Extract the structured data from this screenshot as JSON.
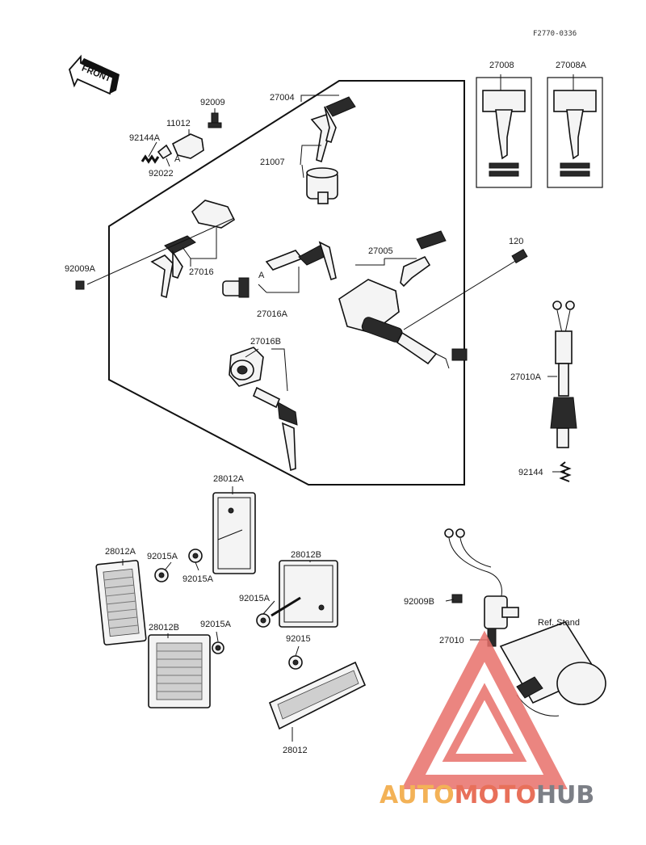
{
  "diagram_code": "F2770-0336",
  "front_label": "FRONT",
  "ref_stand_label": "Ref. Stand",
  "callouts": {
    "c_92009": "92009",
    "c_11012": "11012",
    "c_92144A": "92144A",
    "c_A_small": "A",
    "c_92022": "92022",
    "c_27004": "27004",
    "c_21007": "21007",
    "c_27008": "27008",
    "c_27008A": "27008A",
    "c_92009A": "92009A",
    "c_27016": "27016",
    "c_A_mid": "A",
    "c_27016A": "27016A",
    "c_27005": "27005",
    "c_120": "120",
    "c_27016B": "27016B",
    "c_27010A": "27010A",
    "c_92144": "92144",
    "c_28012A_top": "28012A",
    "c_28012A_left": "28012A",
    "c_92015A_1": "92015A",
    "c_92015A_2": "92015A",
    "c_28012B_right": "28012B",
    "c_92015A_3": "92015A",
    "c_28012B_left": "28012B",
    "c_92015A_4": "92015A",
    "c_92015": "92015",
    "c_28012": "28012",
    "c_92009B": "92009B",
    "c_27010": "27010"
  },
  "watermark": {
    "part1": "AUTO",
    "part2": "MOTO",
    "part3": "HUB",
    "colors": {
      "auto": "#f3b257",
      "moto": "#e8705a",
      "hub": "#7c7f86",
      "triangle": "#e8706a"
    }
  }
}
